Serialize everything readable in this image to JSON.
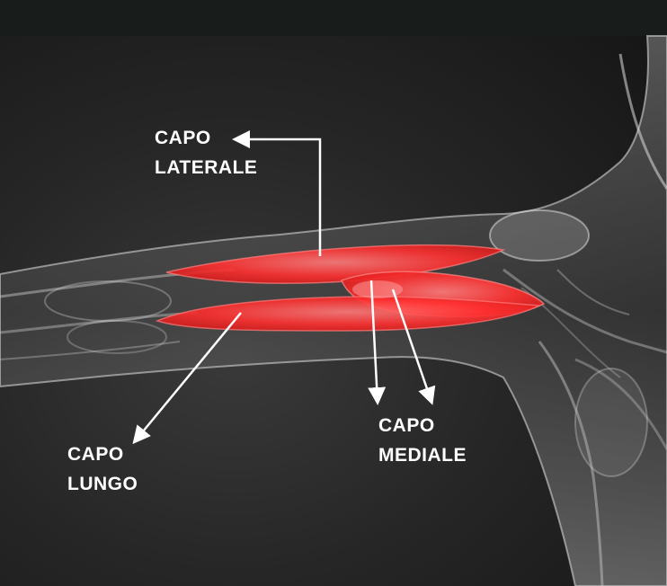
{
  "labels": {
    "capo_laterale": [
      "CAPO",
      "LATERALE"
    ],
    "capo_lungo": [
      "CAPO",
      "LUNGO"
    ],
    "capo_mediale": [
      "CAPO",
      "MEDIALE"
    ]
  },
  "colors": {
    "background": "#1e1e1e",
    "top_band": "#181c1b",
    "muscle": "#ff3b3b",
    "label_text": "#ffffff",
    "arrow": "#ffffff"
  }
}
